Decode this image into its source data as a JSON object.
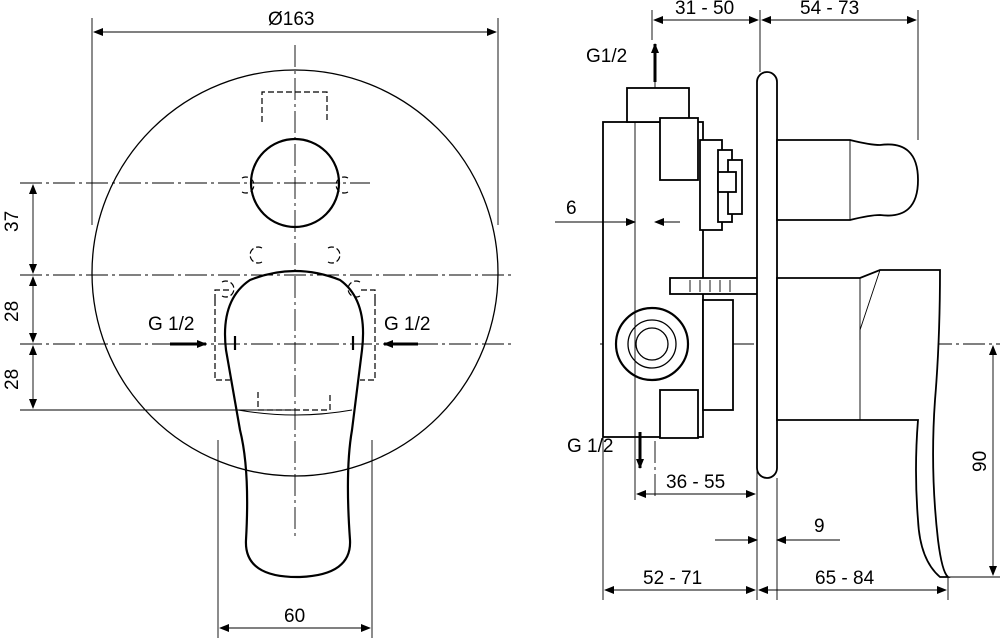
{
  "drawing": {
    "front_view": {
      "diameter_label": "Ø163",
      "dim_37": "37",
      "dim_28_upper": "28",
      "dim_28_lower": "28",
      "dim_60": "60",
      "inlet_left": "G 1/2",
      "inlet_right": "G 1/2"
    },
    "side_view": {
      "outlet_top": "G1/2",
      "outlet_bottom": "G 1/2",
      "dim_31_50": "31 - 50",
      "dim_54_73": "54 - 73",
      "dim_6": "6",
      "dim_36_55": "36 - 55",
      "dim_9": "9",
      "dim_52_71": "52 - 71",
      "dim_65_84": "65 - 84",
      "dim_90": "90"
    }
  }
}
